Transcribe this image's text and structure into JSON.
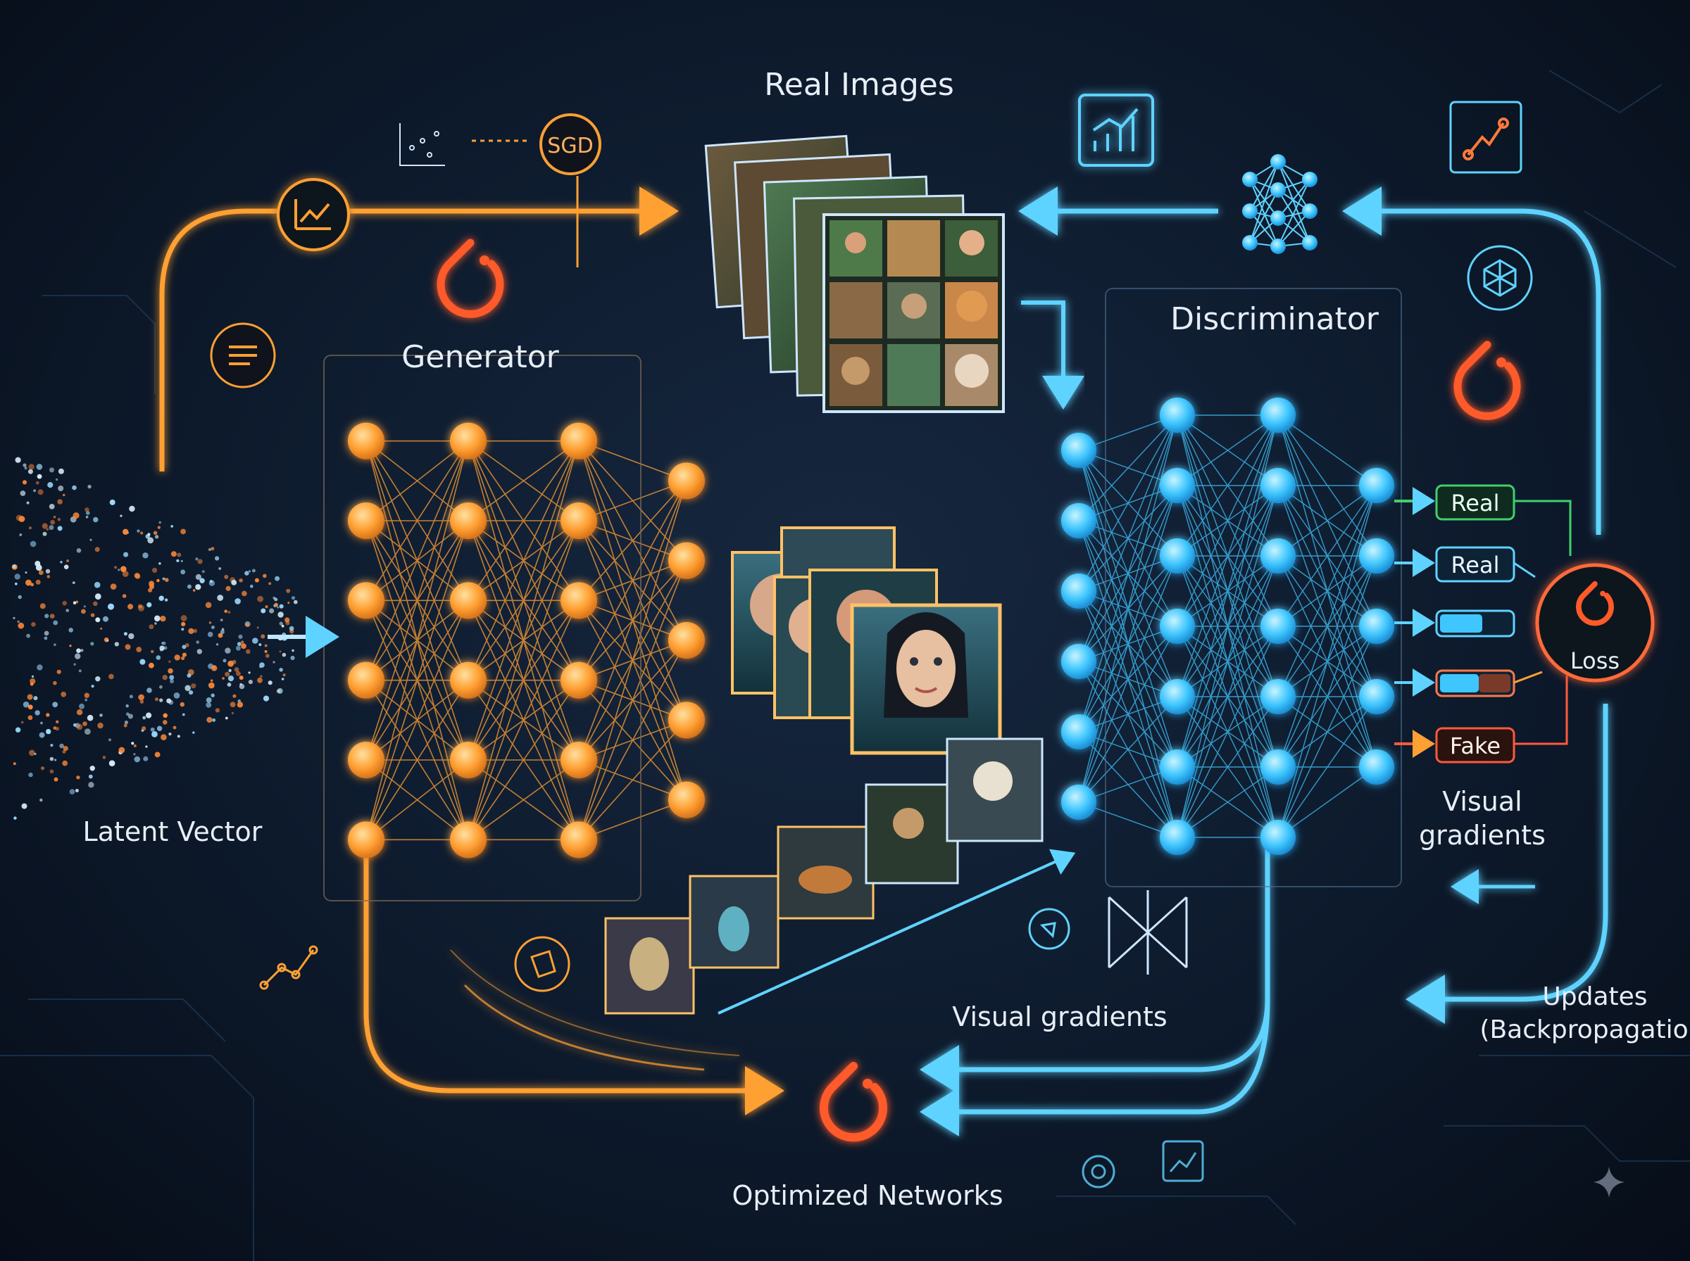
{
  "labels": {
    "real_images": "Real Images",
    "sgd": "SGD",
    "generator": "Generator",
    "discriminator": "Discriminator",
    "latent_vector": "Latent Vector",
    "loss": "Loss",
    "visual_gradients_right_line1": "Visual",
    "visual_gradients_right_line2": "gradients",
    "visual_gradients_bottom": "Visual gradients",
    "updates_line1": "Updates",
    "updates_line2": "(Backpropagation)",
    "optimized_networks": "Optimized Networks"
  },
  "outputs": {
    "real_1": "Real",
    "real_2": "Real",
    "fake": "Fake"
  },
  "colors": {
    "generator": "#ffa033",
    "discriminator": "#3fc6ff",
    "real_green": "#3fd16a",
    "fake_red": "#ff5a3c",
    "pytorch": "#ff5a2a",
    "background": "#0d1a2c"
  },
  "networks": {
    "generator_layers": [
      6,
      6,
      6,
      5
    ],
    "discriminator_layers": [
      6,
      7,
      7,
      5
    ]
  },
  "icons": [
    "trend-chart-icon",
    "sgd-gear-icon",
    "pytorch-flame-icon",
    "document-icon",
    "scatter-chart-icon",
    "network-graph-icon",
    "bar-growth-chart-icon"
  ]
}
